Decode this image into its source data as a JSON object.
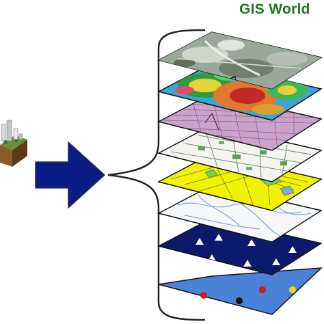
{
  "title": "GIS World",
  "colors": {
    "title": "#1b7a1b",
    "arrow": "#0a1d86",
    "arrow_outline": "#2b2b4e",
    "brace": "#222222",
    "layer_outline": "#111111"
  },
  "layers": [
    {
      "name": "aerial-imagery-layer",
      "kind": "imagery",
      "fill": "#8a9a8a"
    },
    {
      "name": "elevation-raster-layer",
      "kind": "elevation",
      "fill": "#3fa3d6"
    },
    {
      "name": "parcels-layer",
      "kind": "parcels",
      "fill": "#c9a3c9"
    },
    {
      "name": "street-map-layer",
      "kind": "streets",
      "fill": "#f4f4f0"
    },
    {
      "name": "land-use-layer",
      "kind": "landuse",
      "fill": "#f2f200"
    },
    {
      "name": "hydrography-layer",
      "kind": "hydro",
      "fill": "#f5f7f8"
    },
    {
      "name": "point-features-layer",
      "kind": "points",
      "fill": "#0c1a6e"
    },
    {
      "name": "boundary-features-layer",
      "kind": "features",
      "fill": "#4a82d8"
    }
  ],
  "left_illustration": "city-block-3d-icon",
  "arrow_icon": "right-arrow-icon",
  "brace_icon": "curly-brace-icon"
}
